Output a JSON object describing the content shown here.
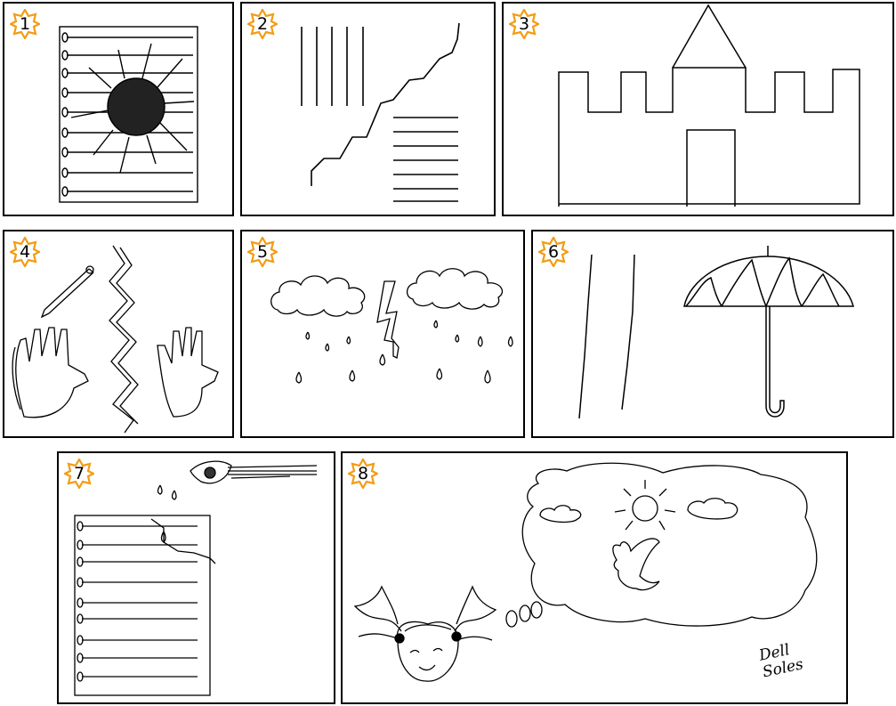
{
  "panels": [
    {
      "number": "1"
    },
    {
      "number": "2"
    },
    {
      "number": "3"
    },
    {
      "number": "4"
    },
    {
      "number": "5"
    },
    {
      "number": "6"
    },
    {
      "number": "7"
    },
    {
      "number": "8"
    }
  ],
  "signature": {
    "line1": "Dell",
    "line2": "Soles"
  },
  "colors": {
    "badge": "#f39c12",
    "ink": "#000000"
  }
}
